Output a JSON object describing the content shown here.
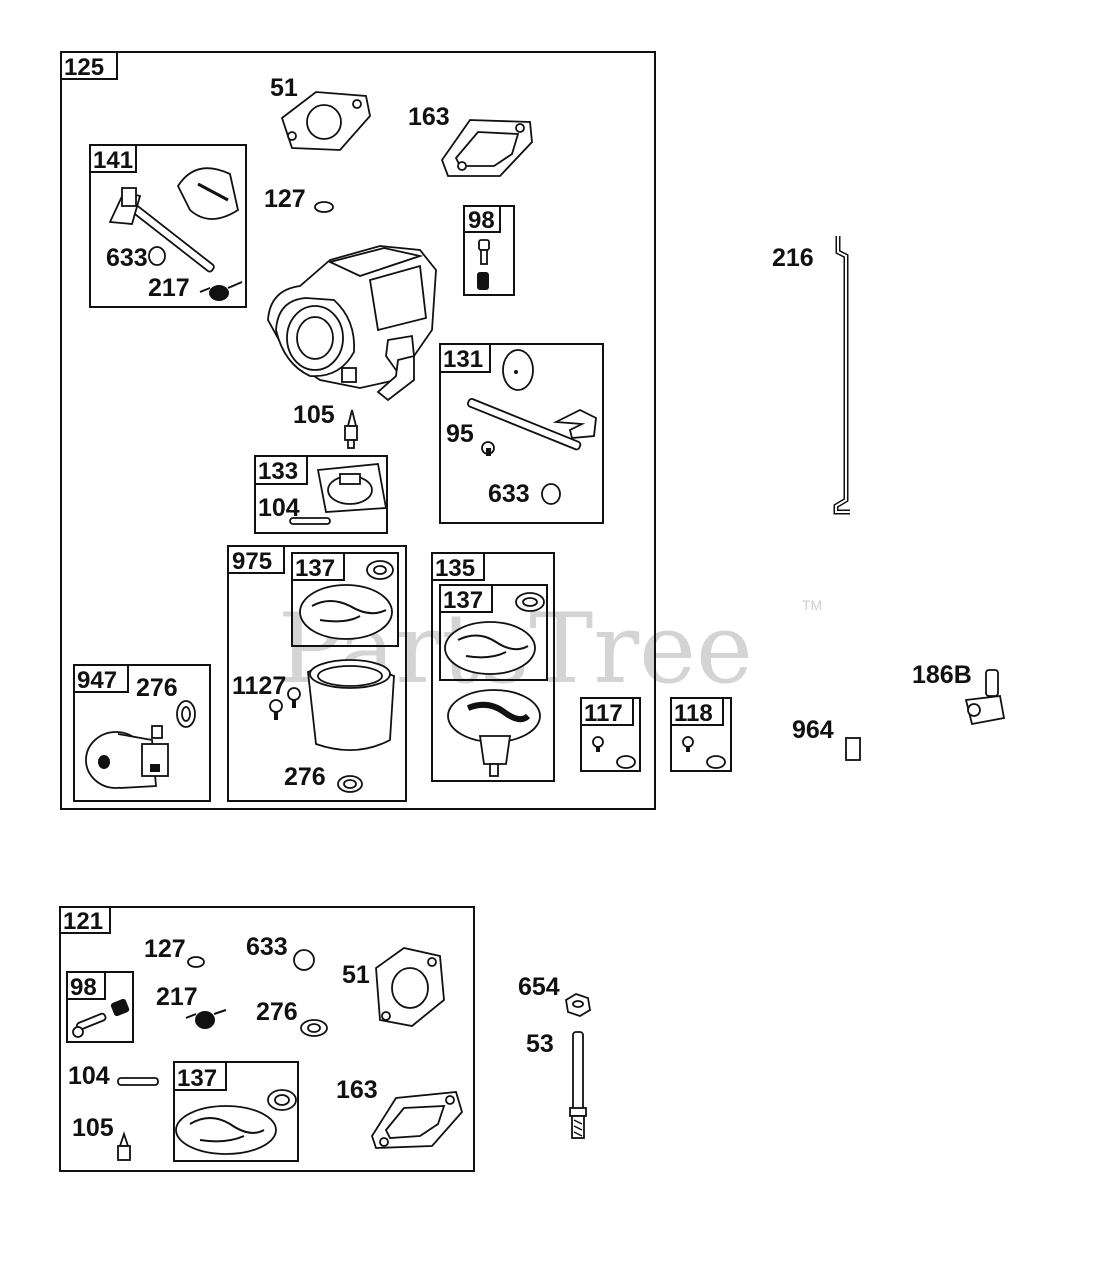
{
  "watermark": {
    "text": "PartsTree",
    "trademark": "TM"
  },
  "groups": {
    "g125": "125",
    "g141": "141",
    "g98a": "98",
    "g131": "131",
    "g133": "133",
    "g975": "975",
    "g137a": "137",
    "g135": "135",
    "g137b": "137",
    "g947": "947",
    "g117": "117",
    "g118": "118",
    "g121": "121",
    "g98b": "98",
    "g137c": "137"
  },
  "parts": {
    "p51a": "51",
    "p163a": "163",
    "p127a": "127",
    "p633a": "633",
    "p217a": "217",
    "p105a": "105",
    "p95": "95",
    "p633b": "633",
    "p104a": "104",
    "p276a": "276",
    "p1127": "1127",
    "p276b": "276",
    "p216": "216",
    "p186b": "186B",
    "p964": "964",
    "p127b": "127",
    "p633c": "633",
    "p51b": "51",
    "p217b": "217",
    "p276c": "276",
    "p104b": "104",
    "p105b": "105",
    "p163b": "163",
    "p654": "654",
    "p53": "53"
  }
}
